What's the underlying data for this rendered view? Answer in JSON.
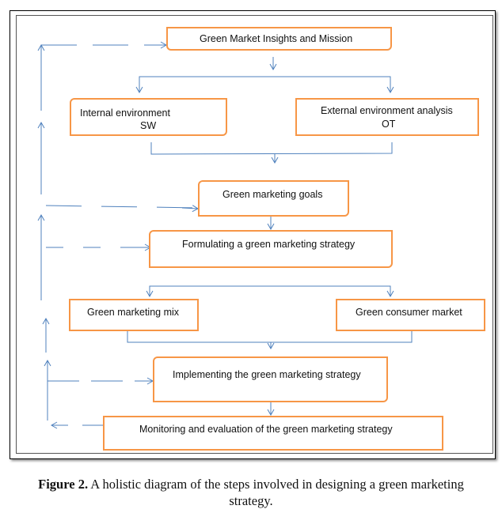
{
  "diagram": {
    "nodes": {
      "insights": "Green Market Insights and Mission",
      "internal_line1": "Internal environment",
      "internal_line2": "SW",
      "external_line1": "External environment analysis",
      "external_line2": "OT",
      "goals": "Green marketing goals",
      "formulating": "Formulating a green marketing strategy",
      "mix": "Green marketing mix",
      "consumer": "Green consumer market",
      "implementing": "Implementing the green marketing strategy",
      "monitoring": "Monitoring and evaluation of the green marketing strategy"
    },
    "colors": {
      "box_border": "#f79646",
      "connector": "#4f81bd"
    }
  },
  "caption": {
    "label": "Figure 2.",
    "text_line1": " A holistic diagram of the steps involved in designing a green marketing",
    "text_line2": "strategy."
  }
}
